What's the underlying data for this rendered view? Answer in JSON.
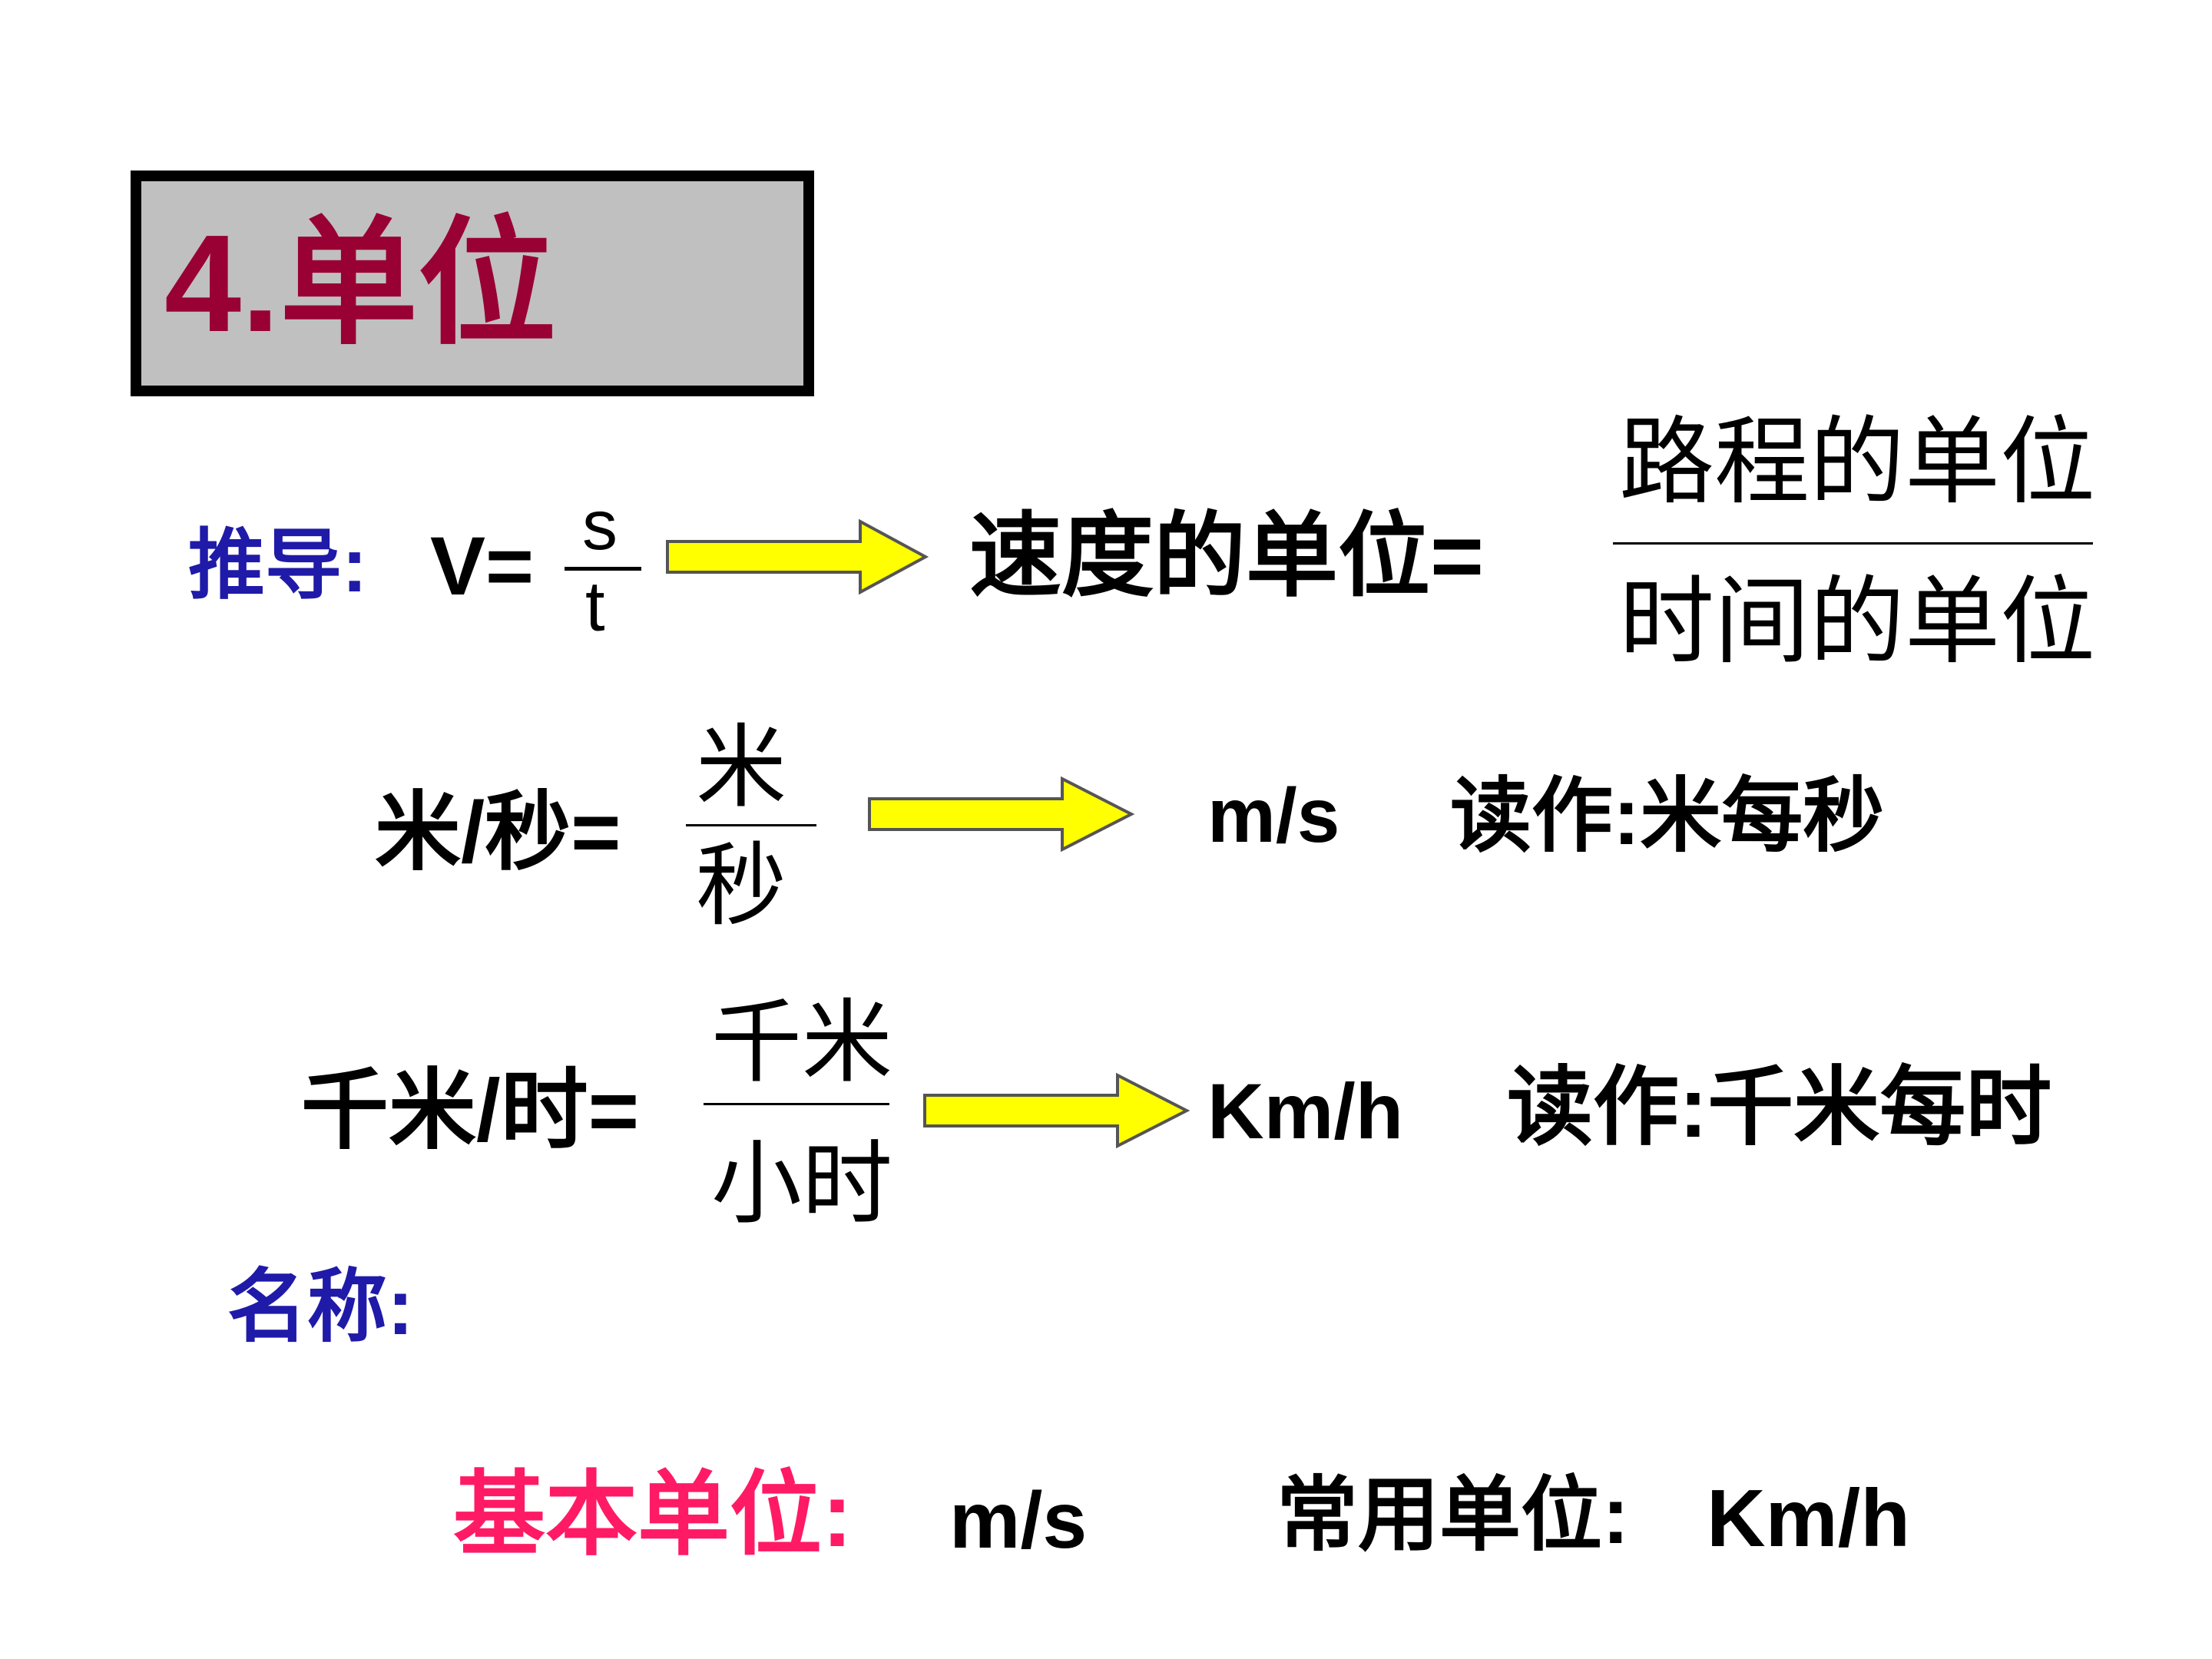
{
  "title": "4.单位",
  "derivation": {
    "label": "推导:",
    "formula_prefix": "V=",
    "numerator": "s",
    "denominator": "t",
    "result": "速度的单位=",
    "result_numerator": "路程的单位",
    "result_denominator": "时间的单位"
  },
  "row_ms": {
    "lhs": "米/秒=",
    "numerator": "米",
    "denominator": "秒",
    "symbol": "m/s",
    "reading": "读作:米每秒"
  },
  "row_kmh": {
    "lhs": "千米/时=",
    "numerator": "千米",
    "denominator": "小时",
    "symbol": "Km/h",
    "reading": "读作:千米每时"
  },
  "names": {
    "label": "名称:",
    "basic_label": "基本单位:",
    "basic_value": "m/s",
    "common_label": "常用单位:",
    "common_value": "Km/h"
  },
  "colors": {
    "title_text": "#990033",
    "title_box": "#c0c0c0",
    "label_blue": "#1f1aa8",
    "basic_pink": "#ff1a66",
    "arrow_fill": "#ffff00"
  },
  "icons": [
    "right-arrow-icon"
  ]
}
